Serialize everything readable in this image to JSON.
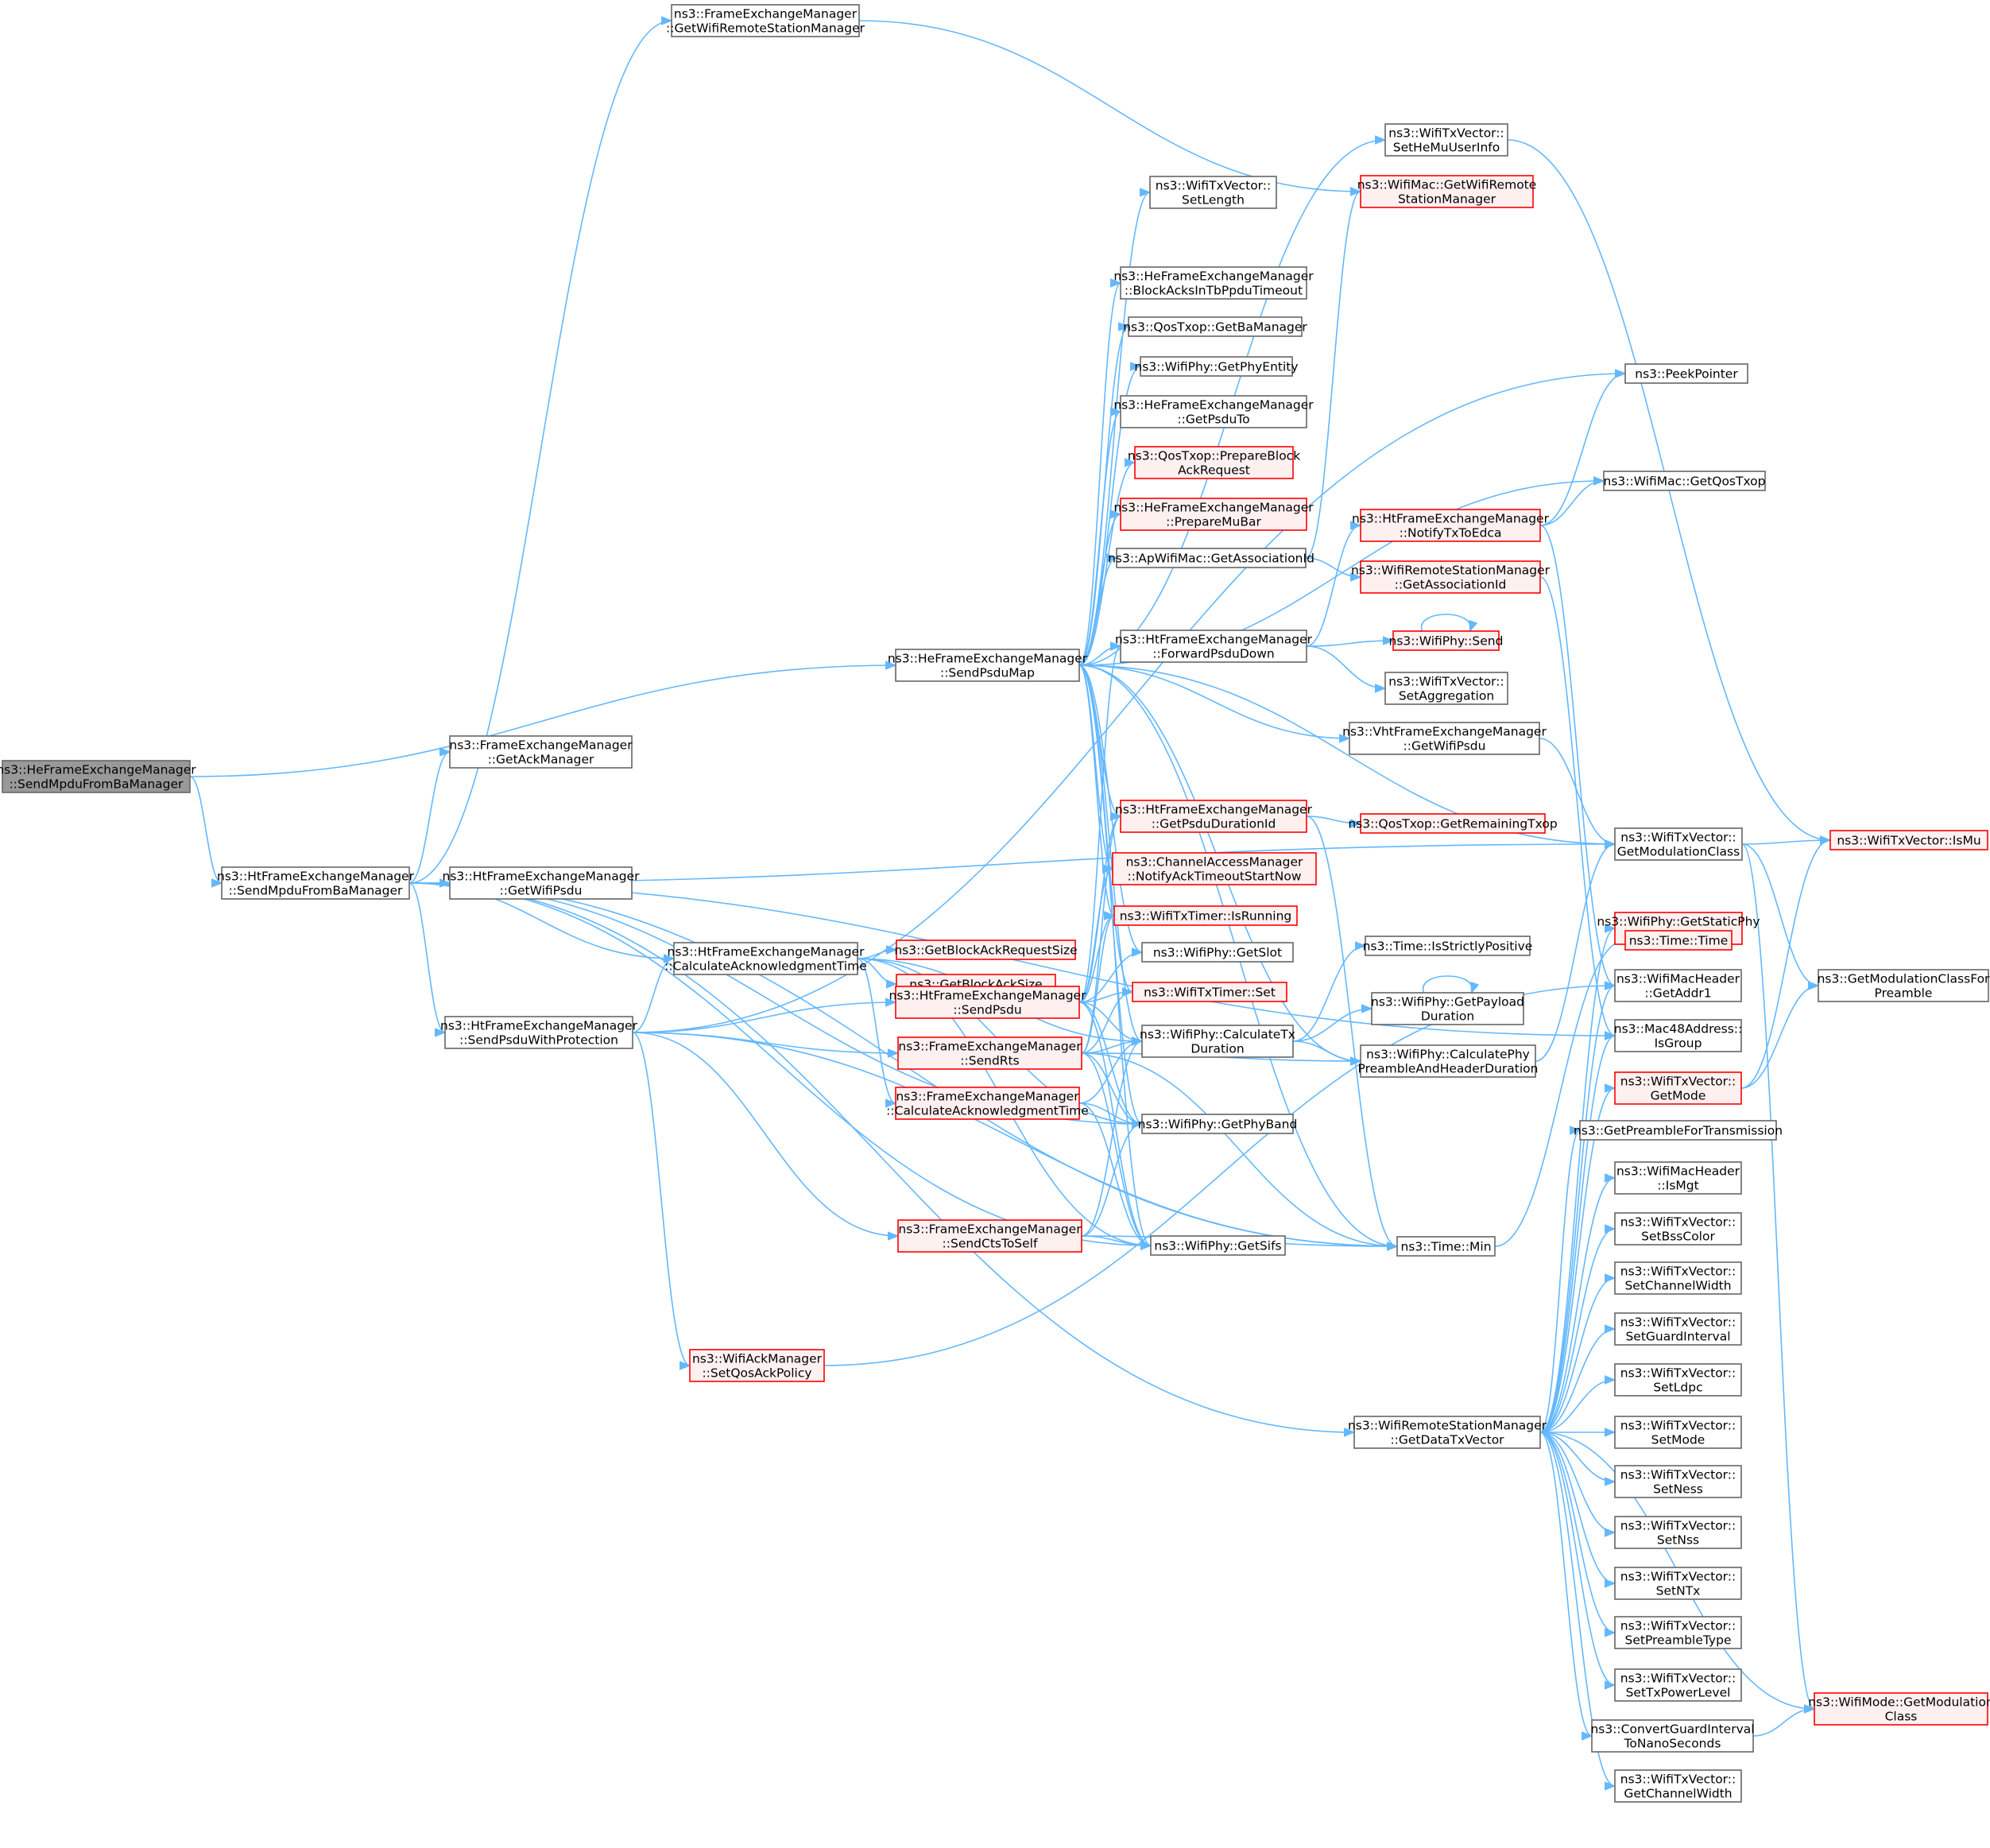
{
  "colors": {
    "edge": "#63b8ff",
    "root_fill": "#999999",
    "root_stroke": "#666666",
    "normal_fill": "#ffffff",
    "normal_stroke": "#666666",
    "red_fill": "#fff0f0",
    "red_stroke": "#ff0000"
  },
  "nodes": {
    "root": {
      "lines": [
        "ns3::HeFrameExchangeManager",
        "::SendMpduFromBaManager"
      ],
      "style": "root"
    },
    "htSendMpdu": {
      "lines": [
        "ns3::HtFrameExchangeManager",
        "::SendMpduFromBaManager"
      ],
      "style": "normal"
    },
    "getRsm": {
      "lines": [
        "ns3::FrameExchangeManager",
        "::GetWifiRemoteStationManager"
      ],
      "style": "normal"
    },
    "getAckMgr": {
      "lines": [
        "ns3::FrameExchangeManager",
        "::GetAckManager"
      ],
      "style": "normal"
    },
    "htGetWifiPsdu": {
      "lines": [
        "ns3::HtFrameExchangeManager",
        "::GetWifiPsdu"
      ],
      "style": "normal"
    },
    "htCalcAck": {
      "lines": [
        "ns3::HtFrameExchangeManager",
        "::CalculateAcknowledgmentTime"
      ],
      "style": "normal"
    },
    "sendPsduProt": {
      "lines": [
        "ns3::HtFrameExchangeManager",
        "::SendPsduWithProtection"
      ],
      "style": "normal"
    },
    "setQosAck": {
      "lines": [
        "ns3::WifiAckManager",
        "::SetQosAckPolicy"
      ],
      "style": "red"
    },
    "sendPsduMap": {
      "lines": [
        "ns3::HeFrameExchangeManager",
        "::SendPsduMap"
      ],
      "style": "normal"
    },
    "getBarSize": {
      "lines": [
        "ns3::GetBlockAckRequestSize"
      ],
      "style": "red"
    },
    "getBaSize": {
      "lines": [
        "ns3::GetBlockAckSize"
      ],
      "style": "red"
    },
    "htSendPsdu": {
      "lines": [
        "ns3::HtFrameExchangeManager",
        "::SendPsdu"
      ],
      "style": "red"
    },
    "sendRts": {
      "lines": [
        "ns3::FrameExchangeManager",
        "::SendRts"
      ],
      "style": "red"
    },
    "feCalcAck": {
      "lines": [
        "ns3::FrameExchangeManager",
        "::CalculateAcknowledgmentTime"
      ],
      "style": "red"
    },
    "sendCts": {
      "lines": [
        "ns3::FrameExchangeManager",
        "::SendCtsToSelf"
      ],
      "style": "red"
    },
    "setLength": {
      "lines": [
        "ns3::WifiTxVector::",
        "SetLength"
      ],
      "style": "normal"
    },
    "blockAcks": {
      "lines": [
        "ns3::HeFrameExchangeManager",
        "::BlockAcksInTbPpduTimeout"
      ],
      "style": "normal"
    },
    "getBaMgr": {
      "lines": [
        "ns3::QosTxop::GetBaManager"
      ],
      "style": "normal"
    },
    "getPhyEntity": {
      "lines": [
        "ns3::WifiPhy::GetPhyEntity"
      ],
      "style": "normal"
    },
    "getPsduTo": {
      "lines": [
        "ns3::HeFrameExchangeManager",
        "::GetPsduTo"
      ],
      "style": "normal"
    },
    "prepBar": {
      "lines": [
        "ns3::QosTxop::PrepareBlock",
        "AckRequest"
      ],
      "style": "red"
    },
    "prepMuBar": {
      "lines": [
        "ns3::HeFrameExchangeManager",
        "::PrepareMuBar"
      ],
      "style": "red"
    },
    "apGetAid": {
      "lines": [
        "ns3::ApWifiMac::GetAssociationId"
      ],
      "style": "normal"
    },
    "fwdPsdu": {
      "lines": [
        "ns3::HtFrameExchangeManager",
        "::ForwardPsduDown"
      ],
      "style": "normal"
    },
    "vhtGetPsdu": {
      "lines": [
        "ns3::VhtFrameExchangeManager",
        "::GetWifiPsdu"
      ],
      "style": "normal"
    },
    "getPsduDur": {
      "lines": [
        "ns3::HtFrameExchangeManager",
        "::GetPsduDurationId"
      ],
      "style": "red"
    },
    "notifyAck": {
      "lines": [
        "ns3::ChannelAccessManager",
        "::NotifyAckTimeoutStartNow"
      ],
      "style": "red"
    },
    "isRunning": {
      "lines": [
        "ns3::WifiTxTimer::IsRunning"
      ],
      "style": "red"
    },
    "getSlot": {
      "lines": [
        "ns3::WifiPhy::GetSlot"
      ],
      "style": "normal"
    },
    "timerSet": {
      "lines": [
        "ns3::WifiTxTimer::Set"
      ],
      "style": "red"
    },
    "calcTxDur": {
      "lines": [
        "ns3::WifiPhy::CalculateTx",
        "Duration"
      ],
      "style": "normal"
    },
    "getPhyBand": {
      "lines": [
        "ns3::WifiPhy::GetPhyBand"
      ],
      "style": "normal"
    },
    "getSifs": {
      "lines": [
        "ns3::WifiPhy::GetSifs"
      ],
      "style": "normal"
    },
    "setHeMu": {
      "lines": [
        "ns3::WifiTxVector::",
        "SetHeMuUserInfo"
      ],
      "style": "normal"
    },
    "getWrsm": {
      "lines": [
        "ns3::WifiMac::GetWifiRemote",
        "StationManager"
      ],
      "style": "red"
    },
    "htNotify": {
      "lines": [
        "ns3::HtFrameExchangeManager",
        "::NotifyTxToEdca"
      ],
      "style": "red"
    },
    "rsmGetAid": {
      "lines": [
        "ns3::WifiRemoteStationManager",
        "::GetAssociationId"
      ],
      "style": "red"
    },
    "phySend": {
      "lines": [
        "ns3::WifiPhy::Send"
      ],
      "style": "red"
    },
    "setAgg": {
      "lines": [
        "ns3::WifiTxVector::",
        "SetAggregation"
      ],
      "style": "normal"
    },
    "getRemTxop": {
      "lines": [
        "ns3::QosTxop::GetRemainingTxop"
      ],
      "style": "red"
    },
    "isStrictPos": {
      "lines": [
        "ns3::Time::IsStrictlyPositive"
      ],
      "style": "normal"
    },
    "getPayload": {
      "lines": [
        "ns3::WifiPhy::GetPayload",
        "Duration"
      ],
      "style": "normal"
    },
    "calcPreamble": {
      "lines": [
        "ns3::WifiPhy::CalculatePhy",
        "PreambleAndHeaderDuration"
      ],
      "style": "normal"
    },
    "timeMin": {
      "lines": [
        "ns3::Time::Min"
      ],
      "style": "normal"
    },
    "getDataTxv": {
      "lines": [
        "ns3::WifiRemoteStationManager",
        "::GetDataTxVector"
      ],
      "style": "normal"
    },
    "peekPtr": {
      "lines": [
        "ns3::PeekPointer"
      ],
      "style": "normal"
    },
    "getQosTxop": {
      "lines": [
        "ns3::WifiMac::GetQosTxop"
      ],
      "style": "normal"
    },
    "getModClass": {
      "lines": [
        "ns3::WifiTxVector::",
        "GetModulationClass"
      ],
      "style": "normal"
    },
    "getStaticPhy": {
      "lines": [
        "ns3::WifiPhy::GetStaticPhy",
        "Entity"
      ],
      "style": "red"
    },
    "timeTime": {
      "lines": [
        "ns3::Time::Time"
      ],
      "style": "red"
    },
    "getAddr1": {
      "lines": [
        "ns3::WifiMacHeader",
        "::GetAddr1"
      ],
      "style": "normal"
    },
    "isGroup": {
      "lines": [
        "ns3::Mac48Address::",
        "IsGroup"
      ],
      "style": "normal"
    },
    "getMode": {
      "lines": [
        "ns3::WifiTxVector::",
        "GetMode"
      ],
      "style": "red"
    },
    "getPreamble": {
      "lines": [
        "ns3::GetPreambleForTransmission"
      ],
      "style": "normal"
    },
    "isMgt": {
      "lines": [
        "ns3::WifiMacHeader",
        "::IsMgt"
      ],
      "style": "normal"
    },
    "setBss": {
      "lines": [
        "ns3::WifiTxVector::",
        "SetBssColor"
      ],
      "style": "normal"
    },
    "setChWidth": {
      "lines": [
        "ns3::WifiTxVector::",
        "SetChannelWidth"
      ],
      "style": "normal"
    },
    "setGi": {
      "lines": [
        "ns3::WifiTxVector::",
        "SetGuardInterval"
      ],
      "style": "normal"
    },
    "setLdpc": {
      "lines": [
        "ns3::WifiTxVector::",
        "SetLdpc"
      ],
      "style": "normal"
    },
    "setMode": {
      "lines": [
        "ns3::WifiTxVector::",
        "SetMode"
      ],
      "style": "normal"
    },
    "setNess": {
      "lines": [
        "ns3::WifiTxVector::",
        "SetNess"
      ],
      "style": "normal"
    },
    "setNss": {
      "lines": [
        "ns3::WifiTxVector::",
        "SetNss"
      ],
      "style": "normal"
    },
    "setNtx": {
      "lines": [
        "ns3::WifiTxVector::",
        "SetNTx"
      ],
      "style": "normal"
    },
    "setPreamble": {
      "lines": [
        "ns3::WifiTxVector::",
        "SetPreambleType"
      ],
      "style": "normal"
    },
    "setTxPower": {
      "lines": [
        "ns3::WifiTxVector::",
        "SetTxPowerLevel"
      ],
      "style": "normal"
    },
    "convGi": {
      "lines": [
        "ns3::ConvertGuardInterval",
        "ToNanoSeconds"
      ],
      "style": "normal"
    },
    "getChWidth": {
      "lines": [
        "ns3::WifiTxVector::",
        "GetChannelWidth"
      ],
      "style": "normal"
    },
    "isMu": {
      "lines": [
        "ns3::WifiTxVector::IsMu"
      ],
      "style": "red"
    },
    "getModClassPre": {
      "lines": [
        "ns3::GetModulationClassFor",
        "Preamble"
      ],
      "style": "normal"
    },
    "modeGetMod": {
      "lines": [
        "ns3::WifiMode::GetModulation",
        "Class"
      ],
      "style": "red"
    }
  },
  "edges": [
    [
      "root",
      "htSendMpdu"
    ],
    [
      "root",
      "sendPsduMap"
    ],
    [
      "htSendMpdu",
      "getRsm"
    ],
    [
      "htSendMpdu",
      "getAckMgr"
    ],
    [
      "htSendMpdu",
      "htGetWifiPsdu"
    ],
    [
      "htSendMpdu",
      "htCalcAck"
    ],
    [
      "htSendMpdu",
      "sendPsduProt"
    ],
    [
      "htSendMpdu",
      "getDataTxv"
    ],
    [
      "htSendMpdu",
      "timeMin"
    ],
    [
      "htSendMpdu",
      "getPhyBand"
    ],
    [
      "htSendMpdu",
      "getSifs"
    ],
    [
      "htSendMpdu",
      "getModClass"
    ],
    [
      "htSendMpdu",
      "isGroup"
    ],
    [
      "getRsm",
      "getWrsm"
    ],
    [
      "htCalcAck",
      "getBarSize"
    ],
    [
      "htCalcAck",
      "getBaSize"
    ],
    [
      "htCalcAck",
      "feCalcAck"
    ],
    [
      "htCalcAck",
      "calcTxDur"
    ],
    [
      "htCalcAck",
      "getPhyBand"
    ],
    [
      "htCalcAck",
      "getSifs"
    ],
    [
      "sendPsduProt",
      "htCalcAck"
    ],
    [
      "sendPsduProt",
      "htSendPsdu"
    ],
    [
      "sendPsduProt",
      "sendRts"
    ],
    [
      "sendPsduProt",
      "sendCts"
    ],
    [
      "sendPsduProt",
      "setQosAck"
    ],
    [
      "sendPsduProt",
      "peekPtr"
    ],
    [
      "sendPsduProt",
      "timeMin"
    ],
    [
      "setQosAck",
      "getAddr1"
    ],
    [
      "sendPsduMap",
      "setHeMu"
    ],
    [
      "sendPsduMap",
      "setLength"
    ],
    [
      "sendPsduMap",
      "blockAcks"
    ],
    [
      "sendPsduMap",
      "getBaMgr"
    ],
    [
      "sendPsduMap",
      "getPhyEntity"
    ],
    [
      "sendPsduMap",
      "getPsduTo"
    ],
    [
      "sendPsduMap",
      "prepBar"
    ],
    [
      "sendPsduMap",
      "prepMuBar"
    ],
    [
      "sendPsduMap",
      "apGetAid"
    ],
    [
      "sendPsduMap",
      "fwdPsdu"
    ],
    [
      "sendPsduMap",
      "vhtGetPsdu"
    ],
    [
      "sendPsduMap",
      "getPsduDur"
    ],
    [
      "sendPsduMap",
      "notifyAck"
    ],
    [
      "sendPsduMap",
      "isRunning"
    ],
    [
      "sendPsduMap",
      "getSlot"
    ],
    [
      "sendPsduMap",
      "timerSet"
    ],
    [
      "sendPsduMap",
      "calcTxDur"
    ],
    [
      "sendPsduMap",
      "getPhyBand"
    ],
    [
      "sendPsduMap",
      "getSifs"
    ],
    [
      "sendPsduMap",
      "getQosTxop"
    ],
    [
      "sendPsduMap",
      "getModClass"
    ],
    [
      "sendPsduMap",
      "timeMin"
    ],
    [
      "sendPsduMap",
      "calcPreamble"
    ],
    [
      "htSendPsdu",
      "fwdPsdu"
    ],
    [
      "htSendPsdu",
      "getPsduDur"
    ],
    [
      "htSendPsdu",
      "notifyAck"
    ],
    [
      "htSendPsdu",
      "isRunning"
    ],
    [
      "htSendPsdu",
      "getSlot"
    ],
    [
      "htSendPsdu",
      "timerSet"
    ],
    [
      "htSendPsdu",
      "calcTxDur"
    ],
    [
      "htSendPsdu",
      "getPhyBand"
    ],
    [
      "htSendPsdu",
      "getSifs"
    ],
    [
      "sendRts",
      "getPsduDur"
    ],
    [
      "sendRts",
      "isRunning"
    ],
    [
      "sendRts",
      "timerSet"
    ],
    [
      "sendRts",
      "calcTxDur"
    ],
    [
      "sendRts",
      "getPhyBand"
    ],
    [
      "sendRts",
      "getSifs"
    ],
    [
      "sendRts",
      "timeMin"
    ],
    [
      "sendRts",
      "calcPreamble"
    ],
    [
      "feCalcAck",
      "calcTxDur"
    ],
    [
      "feCalcAck",
      "getPhyBand"
    ],
    [
      "feCalcAck",
      "getSifs"
    ],
    [
      "sendCts",
      "calcTxDur"
    ],
    [
      "sendCts",
      "getPhyBand"
    ],
    [
      "sendCts",
      "getSifs"
    ],
    [
      "sendCts",
      "timeMin"
    ],
    [
      "apGetAid",
      "getWrsm"
    ],
    [
      "apGetAid",
      "rsmGetAid"
    ],
    [
      "fwdPsdu",
      "htNotify"
    ],
    [
      "fwdPsdu",
      "phySend"
    ],
    [
      "fwdPsdu",
      "setAgg"
    ],
    [
      "phySend",
      "phySend"
    ],
    [
      "htNotify",
      "peekPtr"
    ],
    [
      "htNotify",
      "getQosTxop"
    ],
    [
      "htNotify",
      "getAddr1"
    ],
    [
      "rsmGetAid",
      "isGroup"
    ],
    [
      "vhtGetPsdu",
      "getModClass"
    ],
    [
      "getPsduDur",
      "getRemTxop"
    ],
    [
      "getPsduDur",
      "timeMin"
    ],
    [
      "calcTxDur",
      "isStrictPos"
    ],
    [
      "calcTxDur",
      "getPayload"
    ],
    [
      "calcTxDur",
      "calcPreamble"
    ],
    [
      "getPayload",
      "getPayload"
    ],
    [
      "calcPreamble",
      "getModClass"
    ],
    [
      "timeMin",
      "timeTime"
    ],
    [
      "setHeMu",
      "isMu"
    ],
    [
      "getModClass",
      "isMu"
    ],
    [
      "getModClass",
      "getModClassPre"
    ],
    [
      "getModClass",
      "modeGetMod"
    ],
    [
      "getMode",
      "isMu"
    ],
    [
      "getMode",
      "getModClassPre"
    ],
    [
      "convGi",
      "modeGetMod"
    ],
    [
      "getDataTxv",
      "getStaticPhy"
    ],
    [
      "getDataTxv",
      "getAddr1"
    ],
    [
      "getDataTxv",
      "isGroup"
    ],
    [
      "getDataTxv",
      "getMode"
    ],
    [
      "getDataTxv",
      "getPreamble"
    ],
    [
      "getDataTxv",
      "isMgt"
    ],
    [
      "getDataTxv",
      "setBss"
    ],
    [
      "getDataTxv",
      "setChWidth"
    ],
    [
      "getDataTxv",
      "setGi"
    ],
    [
      "getDataTxv",
      "setLdpc"
    ],
    [
      "getDataTxv",
      "setMode"
    ],
    [
      "getDataTxv",
      "setNess"
    ],
    [
      "getDataTxv",
      "setNss"
    ],
    [
      "getDataTxv",
      "setNtx"
    ],
    [
      "getDataTxv",
      "setPreamble"
    ],
    [
      "getDataTxv",
      "setTxPower"
    ],
    [
      "getDataTxv",
      "convGi"
    ],
    [
      "getDataTxv",
      "getChWidth"
    ],
    [
      "getDataTxv",
      "modeGetMod"
    ]
  ]
}
